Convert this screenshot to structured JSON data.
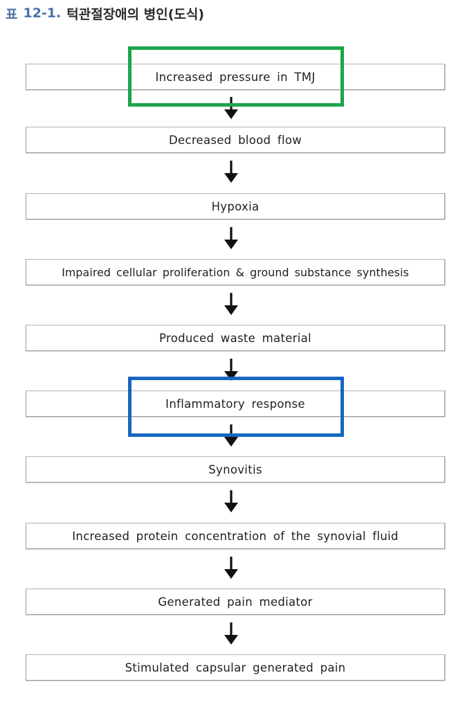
{
  "title": {
    "prefix": "표",
    "number": "12-1.",
    "text": "턱관절장애의 병인(도식)"
  },
  "steps": [
    "Increased pressure in TMJ",
    "Decreased blood flow",
    "Hypoxia",
    "Impaired cellular proliferation & ground substance synthesis",
    "Produced waste material",
    "Inflammatory response",
    "Synovitis",
    "Increased protein concentration of the synovial fluid",
    "Generated pain mediator",
    "Stimulated capsular generated pain"
  ],
  "highlights": {
    "first_color": "#1aa64a",
    "second_color": "#1668c0"
  },
  "colors": {
    "arrow": "#111111",
    "box_border": "#9a9a9a"
  }
}
